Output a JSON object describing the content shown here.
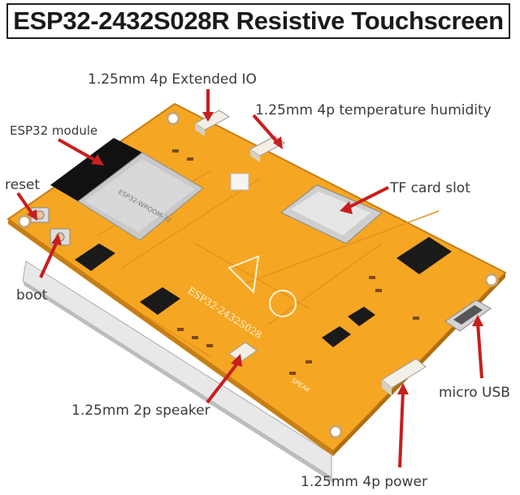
{
  "title": "ESP32-2432S028R Resistive Touchscreen",
  "labels": {
    "extended_io": "1.25mm 4p Extended IO",
    "temp_humidity": "1.25mm 4p temperature humidity",
    "esp32_module": "ESP32 module",
    "reset": "reset",
    "tf_card": "TF card slot",
    "boot": "boot",
    "micro_usb": "micro USB",
    "speaker": "1.25mm 2p speaker",
    "power": "1.25mm 4p power"
  },
  "silkscreen": {
    "model": "ESP32-2432S028",
    "speak": "SPEAK"
  },
  "colors": {
    "pcb": "#f5a623",
    "pcb_dark": "#d9861a",
    "arrow": "#c81e1e",
    "text": "#3a3a3a"
  }
}
